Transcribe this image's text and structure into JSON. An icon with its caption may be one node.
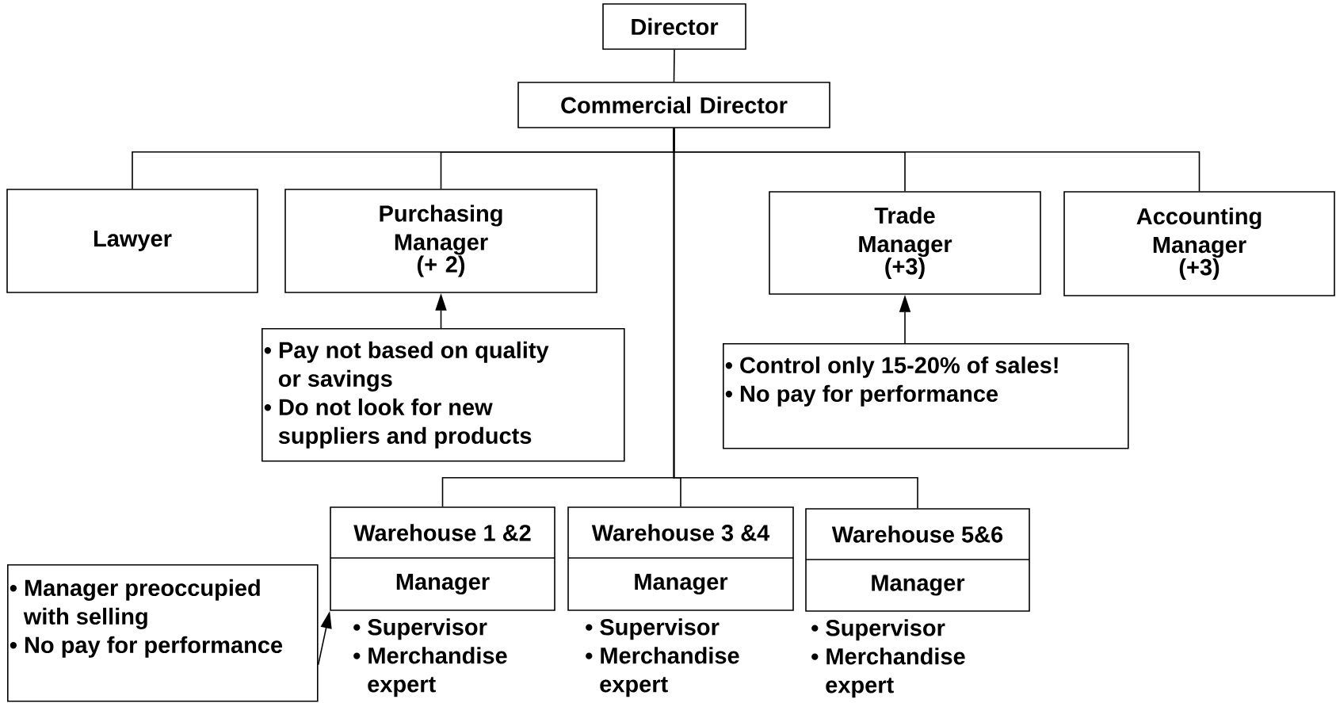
{
  "diagram": {
    "nodes": [
      {
        "text": [
          "Director"
        ]
      },
      {
        "text": [
          "Commercial Director"
        ]
      },
      {
        "text": [
          "Lawyer"
        ]
      },
      {
        "text": [
          "Purchasing Manager",
          "(+ 2)"
        ]
      },
      {
        "text": [
          "Trade Manager",
          "(+3)"
        ]
      },
      {
        "text": [
          "Accounting Manager",
          "(+3)"
        ]
      },
      {
        "text": [
          "• Pay not based on quality or savings",
          "• Do not look for new suppliers and products"
        ]
      },
      {
        "text": [
          "• Control only 15-20% of sales!",
          "• No pay for performance"
        ]
      },
      {
        "text": [
          "Warehouse 1 &2",
          "Manager"
        ],
        "beside": [
          "• Supervisor",
          "• Merchandise expert"
        ]
      },
      {
        "text": [
          "Warehouse 3 &4",
          "Manager"
        ],
        "beside": [
          "• Supervisor",
          "• Merchandise expert"
        ]
      },
      {
        "text": [
          "Warehouse 5&6",
          "Manager"
        ],
        "beside": [
          "• Supervisor",
          "• Merchandise expert"
        ]
      },
      {
        "text": [
          "• Manager preoccupied with selling",
          "• No pay for performance"
        ]
      }
    ],
    "edges": [
      {
        "from": 0,
        "to": 1,
        "arrow": "none"
      },
      {
        "from": 1,
        "to": 2,
        "arrow": "none"
      },
      {
        "from": 1,
        "to": 3,
        "arrow": "none"
      },
      {
        "from": 1,
        "to": 4,
        "arrow": "none"
      },
      {
        "from": 1,
        "to": 5,
        "arrow": "none"
      },
      {
        "from": 1,
        "to": 8,
        "arrow": "none"
      },
      {
        "from": 1,
        "to": 9,
        "arrow": "none"
      },
      {
        "from": 1,
        "to": 10,
        "arrow": "none"
      },
      {
        "from": 6,
        "to": 3,
        "arrow": "to"
      },
      {
        "from": 7,
        "to": 4,
        "arrow": "to"
      },
      {
        "from": 11,
        "to": 8,
        "arrow": "to"
      }
    ]
  }
}
